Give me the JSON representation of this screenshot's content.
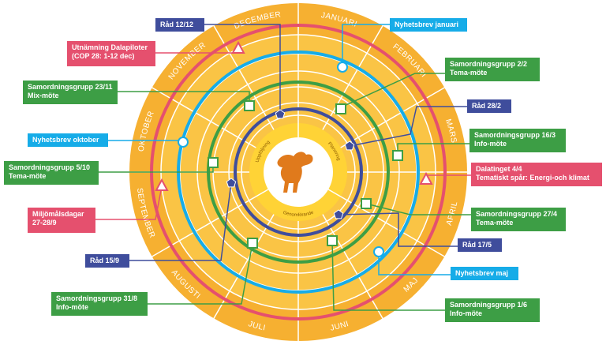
{
  "colors": {
    "orange": "#F6B031",
    "orange_inner": "#FAC445",
    "yellow_core": "#FFD336",
    "red": "#E5506E",
    "cyan": "#16ACE8",
    "green": "#3D9E45",
    "navy": "#3F4D9C",
    "moose": "#E07A1C"
  },
  "months": [
    "JANUARI",
    "FEBRUARI",
    "MARS",
    "APRIL",
    "MAJ",
    "JUNI",
    "JULI",
    "AUGUSTI",
    "SEPTEMBER",
    "OKTOBER",
    "NOVEMBER",
    "DECEMBER"
  ],
  "center": {
    "line1": "Planering",
    "line2": "Uppföljning",
    "line3": "Genomförande"
  },
  "labels": [
    {
      "id": "rad-12-12",
      "text": "Råd 12/12",
      "color": "navy"
    },
    {
      "id": "utnamning",
      "text": "Utnämning Dalapiloter\n(COP 28: 1-12 dec)",
      "color": "red"
    },
    {
      "id": "sg-23-11",
      "text": "Samordningsgrupp 23/11\nMix-möte",
      "color": "green"
    },
    {
      "id": "nyhet-okt",
      "text": "Nyhetsbrev oktober",
      "color": "cyan"
    },
    {
      "id": "sg-5-10",
      "text": "Samordningsgrupp 5/10\nTema-möte",
      "color": "green"
    },
    {
      "id": "miljomal",
      "text": "Miljömålsdagar\n27-28/9",
      "color": "red"
    },
    {
      "id": "rad-15-9",
      "text": "Råd 15/9",
      "color": "navy"
    },
    {
      "id": "sg-31-8",
      "text": "Samordningsgrupp 31/8\nInfo-möte",
      "color": "green"
    },
    {
      "id": "nyhet-jan",
      "text": "Nyhetsbrev januari",
      "color": "cyan"
    },
    {
      "id": "sg-2-2",
      "text": "Samordningsgrupp 2/2\nTema-möte",
      "color": "green"
    },
    {
      "id": "rad-28-2",
      "text": "Råd 28/2",
      "color": "navy"
    },
    {
      "id": "sg-16-3",
      "text": "Samordningsgrupp 16/3\nInfo-möte",
      "color": "green"
    },
    {
      "id": "dalatinget",
      "text": "Dalatinget 4/4\nTematiskt spår: Energi-och klimat",
      "color": "red"
    },
    {
      "id": "sg-27-4",
      "text": "Samordningsgrupp 27/4\nTema-möte",
      "color": "green"
    },
    {
      "id": "rad-17-5",
      "text": "Råd 17/5",
      "color": "navy"
    },
    {
      "id": "nyhet-maj",
      "text": "Nyhetsbrev maj",
      "color": "cyan"
    },
    {
      "id": "sg-1-6",
      "text": "Samordningsgrupp 1/6\nInfo-möte",
      "color": "green"
    }
  ]
}
